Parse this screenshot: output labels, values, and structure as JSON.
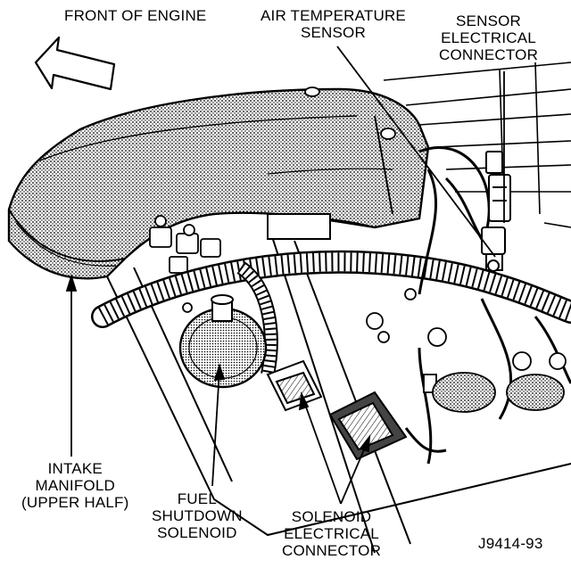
{
  "labels": {
    "front_of_engine": "FRONT OF ENGINE",
    "air_temp_sensor": [
      "AIR TEMPERATURE",
      "SENSOR"
    ],
    "sensor_connector": [
      "SENSOR",
      "ELECTRICAL",
      "CONNECTOR"
    ],
    "intake_manifold": [
      "INTAKE",
      "MANIFOLD",
      "(UPPER HALF)"
    ],
    "fuel_solenoid": [
      "FUEL",
      "SHUTDOWN",
      "SOLENOID"
    ],
    "solenoid_connector": [
      "SOLENOID",
      "ELECTRICAL",
      "CONNECTOR"
    ],
    "figure_id": "J9414-93"
  },
  "colors": {
    "ink": "#000000",
    "paper": "#ffffff",
    "shade": "#c9c9c9"
  }
}
